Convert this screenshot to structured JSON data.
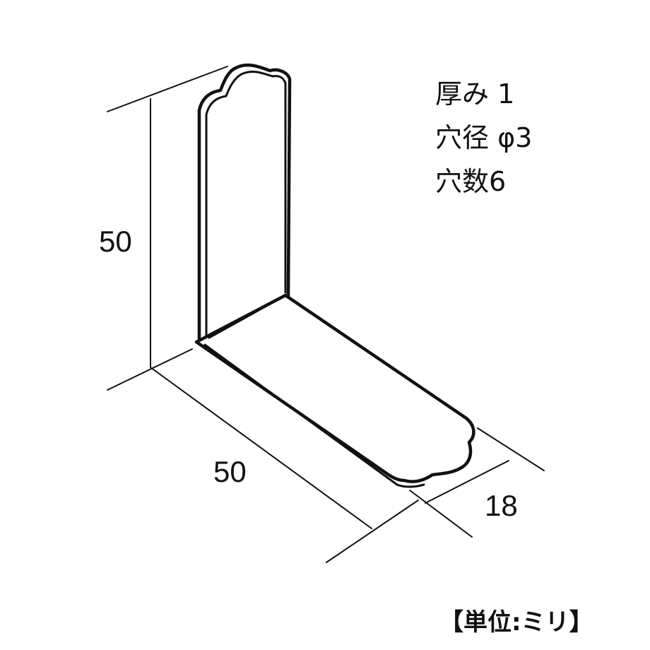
{
  "specs": {
    "thickness": "厚み 1",
    "hole_diameter": "穴径 φ3",
    "hole_count": "穴数6"
  },
  "dimensions": {
    "height": "50",
    "length": "50",
    "width": "18"
  },
  "unit_note": "【単位:ミリ】"
}
